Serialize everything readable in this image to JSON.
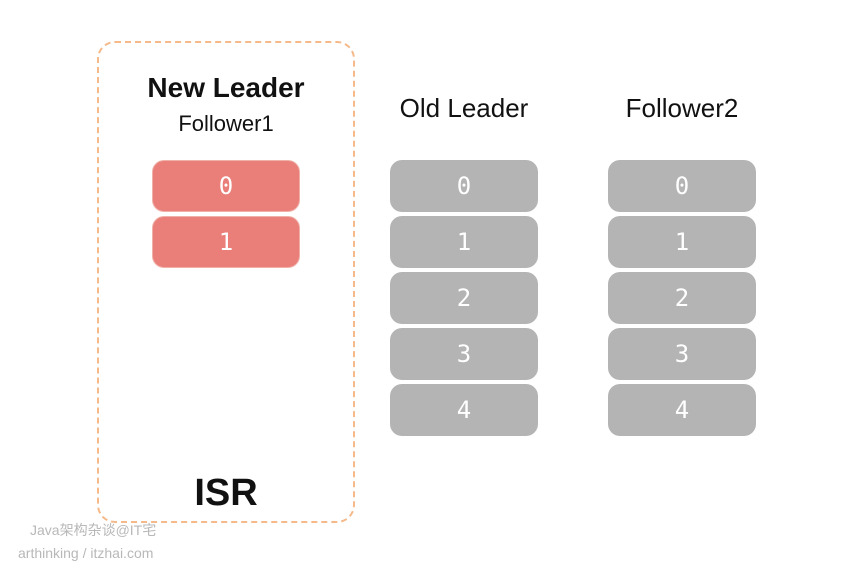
{
  "isr": {
    "label": "ISR"
  },
  "columns": [
    {
      "title": "New Leader",
      "subtitle": "Follower1",
      "entries": [
        "0",
        "1"
      ]
    },
    {
      "title": "Old Leader",
      "entries": [
        "0",
        "1",
        "2",
        "3",
        "4"
      ]
    },
    {
      "title": "Follower2",
      "entries": [
        "0",
        "1",
        "2",
        "3",
        "4"
      ]
    }
  ],
  "watermark": {
    "line1": "Java架构杂谈@IT宅",
    "line2": "arthinking / itzhai.com"
  },
  "colors": {
    "leader_entry": "#e97f78",
    "follower_entry": "#b4b4b4",
    "isr_border": "#f5b98a"
  }
}
